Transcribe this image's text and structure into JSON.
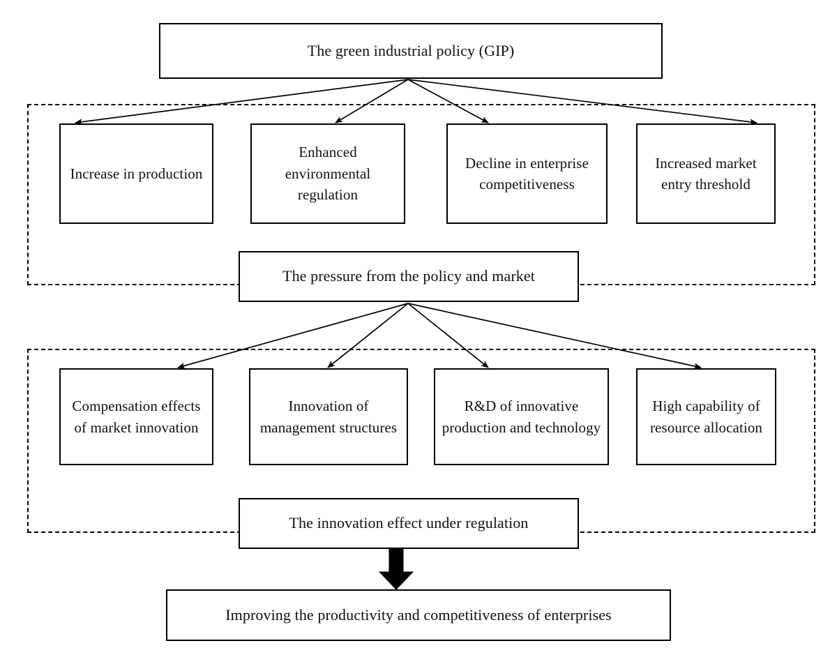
{
  "diagram": {
    "title_node": {
      "label": "The green industrial policy (GIP)"
    },
    "pressure_node": {
      "label": "The pressure from the policy and market"
    },
    "innovation_node": {
      "label": "The innovation effect under regulation"
    },
    "outcome_node": {
      "label": "Improving the productivity and competitiveness of enterprises"
    },
    "pressure_group": {
      "name": "pressure-effects-group",
      "items": [
        {
          "label": "Increase in production"
        },
        {
          "label": "Enhanced environmental regulation"
        },
        {
          "label": "Decline in enterprise competitiveness"
        },
        {
          "label": "Increased market entry threshold"
        }
      ]
    },
    "innovation_group": {
      "name": "innovation-effects-group",
      "items": [
        {
          "label": "Compensation effects of market innovation"
        },
        {
          "label": "Innovation of management structures"
        },
        {
          "label": "R&D of innovative production and technology"
        },
        {
          "label": "High capability of resource allocation"
        }
      ]
    },
    "style": {
      "line_color": "#000000",
      "box_border_color": "#000000",
      "background": "#ffffff",
      "text_color": "#111111"
    }
  }
}
